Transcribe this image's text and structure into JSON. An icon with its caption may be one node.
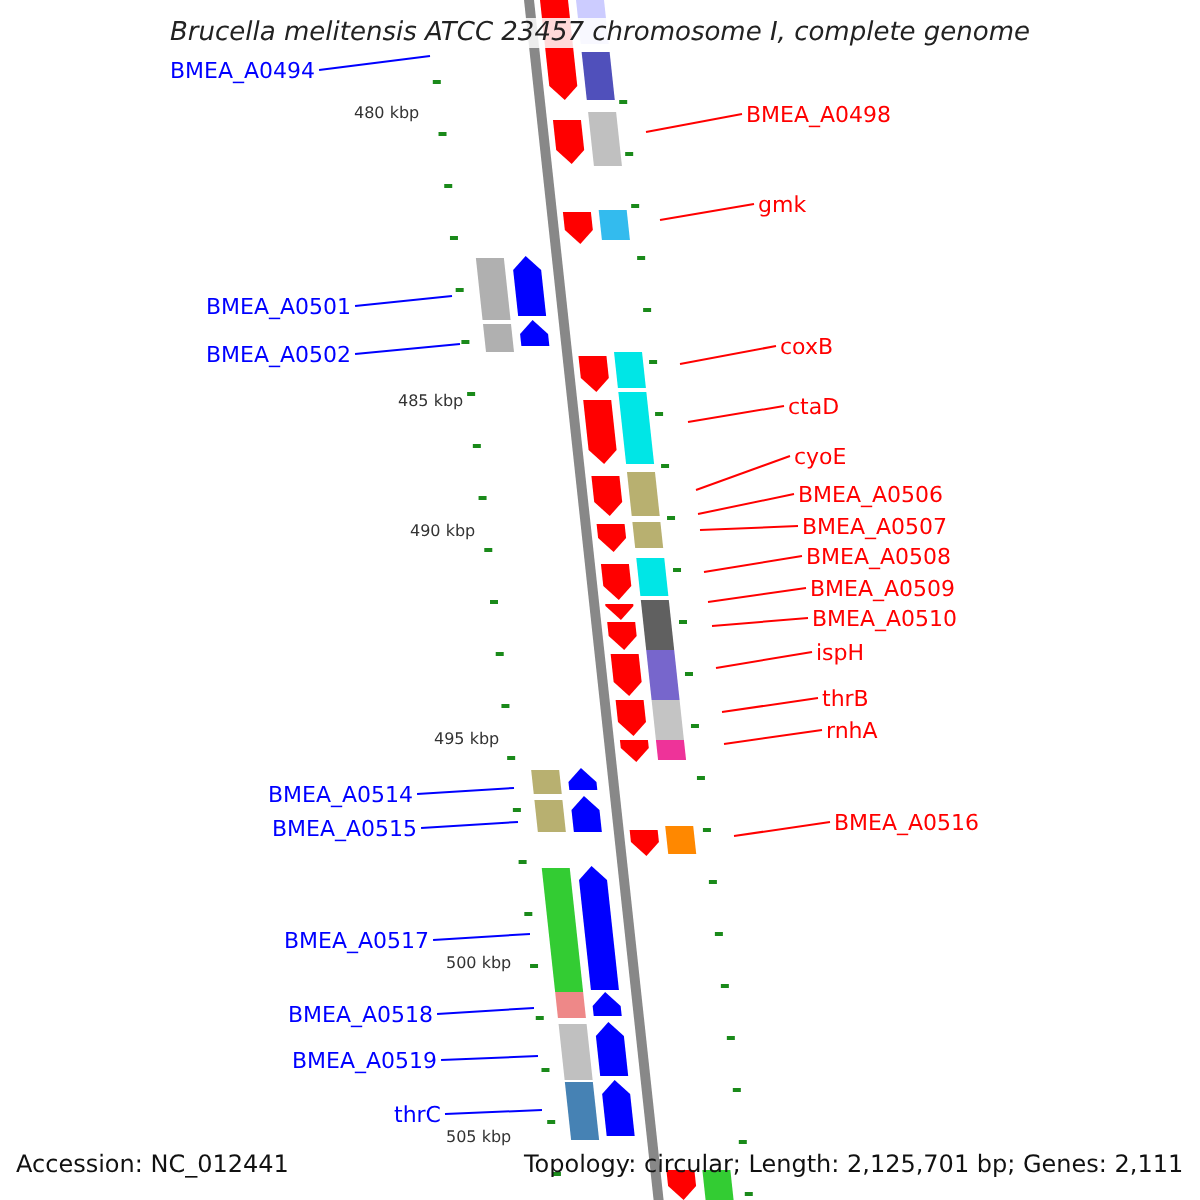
{
  "diagram": {
    "title": "Brucella melitensis ATCC 23457 chromosome I, complete genome",
    "nodes": [
      {
        "text": [
          "BMEA_A0494"
        ]
      },
      {
        "text": [
          "BMEA_A0498"
        ]
      },
      {
        "text": [
          "gmk"
        ]
      },
      {
        "text": [
          "BMEA_A0501"
        ]
      },
      {
        "text": [
          "BMEA_A0502"
        ]
      },
      {
        "text": [
          "coxB"
        ]
      },
      {
        "text": [
          "ctaD"
        ]
      },
      {
        "text": [
          "cyoE"
        ]
      },
      {
        "text": [
          "BMEA_A0506"
        ]
      },
      {
        "text": [
          "BMEA_A0507"
        ]
      },
      {
        "text": [
          "BMEA_A0508"
        ]
      },
      {
        "text": [
          "BMEA_A0509"
        ]
      },
      {
        "text": [
          "BMEA_A0510"
        ]
      },
      {
        "text": [
          "ispH"
        ]
      },
      {
        "text": [
          "thrB"
        ]
      },
      {
        "text": [
          "rnhA"
        ]
      },
      {
        "text": [
          "BMEA_A0514"
        ]
      },
      {
        "text": [
          "BMEA_A0515"
        ]
      },
      {
        "text": [
          "BMEA_A0516"
        ]
      },
      {
        "text": [
          "BMEA_A0517"
        ]
      },
      {
        "text": [
          "BMEA_A0518"
        ]
      },
      {
        "text": [
          "BMEA_A0519"
        ]
      },
      {
        "text": [
          "thrC"
        ]
      }
    ],
    "edges": [
      {
        "from": 0,
        "to": null,
        "arrow": "none",
        "color": "#0000ff"
      },
      {
        "from": 1,
        "to": null,
        "arrow": "none"
      },
      {
        "from": 2,
        "to": null,
        "arrow": "none"
      },
      {
        "from": 3,
        "to": null,
        "arrow": "none",
        "color": "#0000ff"
      },
      {
        "from": 4,
        "to": null,
        "arrow": "none",
        "color": "#0000ff"
      },
      {
        "from": 5,
        "to": null,
        "arrow": "none"
      },
      {
        "from": 6,
        "to": null,
        "arrow": "none"
      },
      {
        "from": 7,
        "to": null,
        "arrow": "none"
      },
      {
        "from": 8,
        "to": null,
        "arrow": "none"
      },
      {
        "from": 9,
        "to": null,
        "arrow": "none"
      },
      {
        "from": 10,
        "to": null,
        "arrow": "none"
      },
      {
        "from": 11,
        "to": null,
        "arrow": "none"
      },
      {
        "from": 12,
        "to": null,
        "arrow": "none"
      },
      {
        "from": 13,
        "to": null,
        "arrow": "none"
      },
      {
        "from": 14,
        "to": null,
        "arrow": "none"
      },
      {
        "from": 15,
        "to": null,
        "arrow": "none"
      },
      {
        "from": 16,
        "to": null,
        "arrow": "none",
        "color": "#0000ff"
      },
      {
        "from": 17,
        "to": null,
        "arrow": "none",
        "color": "#0000ff"
      },
      {
        "from": 18,
        "to": null,
        "arrow": "none"
      },
      {
        "from": 19,
        "to": null,
        "arrow": "none",
        "color": "#0000ff"
      },
      {
        "from": 20,
        "to": null,
        "arrow": "none",
        "color": "#0000ff"
      },
      {
        "from": 21,
        "to": null,
        "arrow": "none",
        "color": "#0000ff"
      },
      {
        "from": 22,
        "to": null,
        "arrow": "none",
        "color": "#0000ff"
      }
    ],
    "labels": [
      "480 kbp",
      "485 kbp",
      "490 kbp",
      "495 kbp",
      "500 kbp",
      "505 kbp",
      "Accession: NC_012441",
      "Topology: circular; Length: 2,125,701 bp; Genes: 2,111"
    ]
  }
}
